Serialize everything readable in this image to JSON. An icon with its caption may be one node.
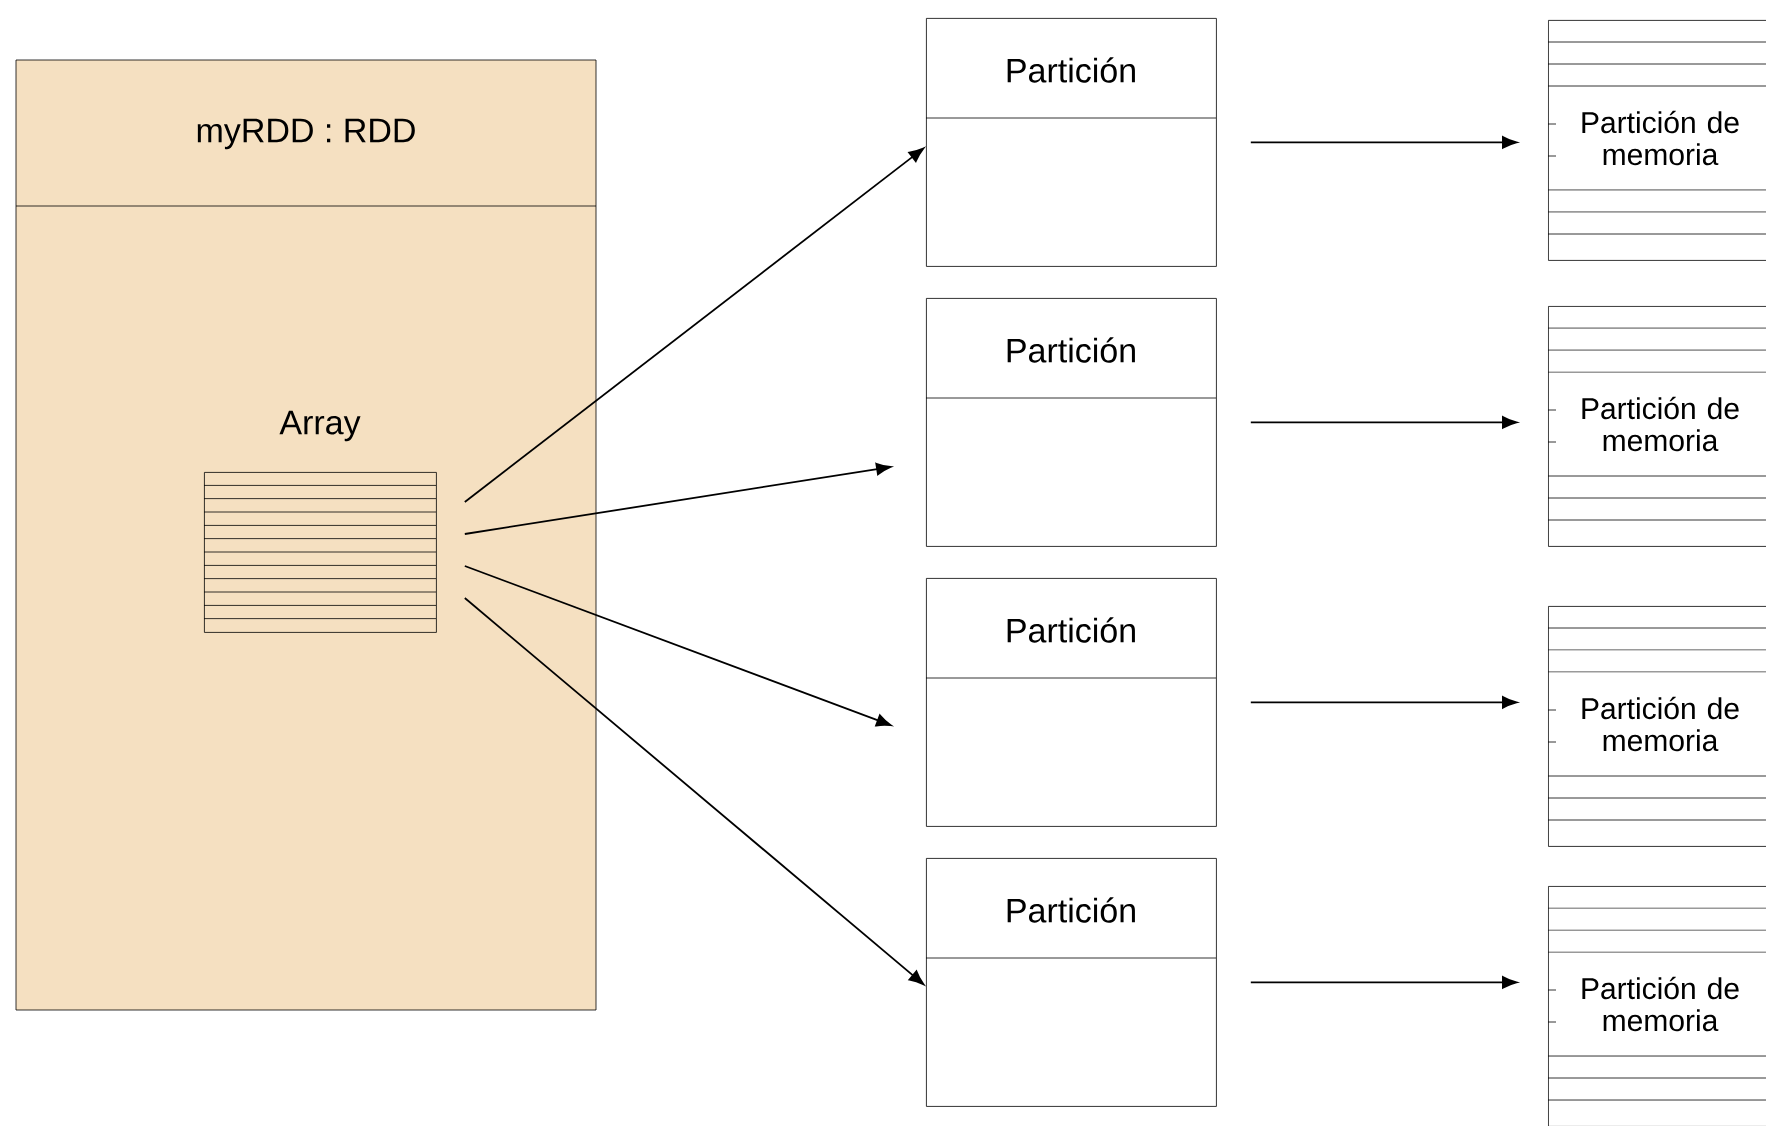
{
  "diagram": {
    "nodes": [
      {
        "text": [
          "myRDD : RDD"
        ]
      },
      {
        "text": [
          "Array"
        ],
        "in": 0
      },
      {
        "text": [
          "Partición"
        ]
      },
      {
        "text": [
          "Partición"
        ]
      },
      {
        "text": [
          "Partición"
        ]
      },
      {
        "text": [
          "Partición"
        ]
      },
      {
        "text": [
          "Partición de memoria"
        ]
      },
      {
        "text": [
          "Partición de memoria"
        ]
      },
      {
        "text": [
          "Partición de memoria"
        ]
      },
      {
        "text": [
          "Partición de memoria"
        ]
      }
    ],
    "edges": [
      {
        "from": 1,
        "to": 2,
        "arrow": "to"
      },
      {
        "from": 1,
        "to": 3,
        "arrow": "to"
      },
      {
        "from": 1,
        "to": 4,
        "arrow": "to"
      },
      {
        "from": 1,
        "to": 5,
        "arrow": "to"
      },
      {
        "from": 2,
        "to": 6,
        "arrow": "to"
      },
      {
        "from": 3,
        "to": 7,
        "arrow": "to"
      },
      {
        "from": 4,
        "to": 8,
        "arrow": "to"
      },
      {
        "from": 5,
        "to": 9,
        "arrow": "to"
      }
    ]
  }
}
